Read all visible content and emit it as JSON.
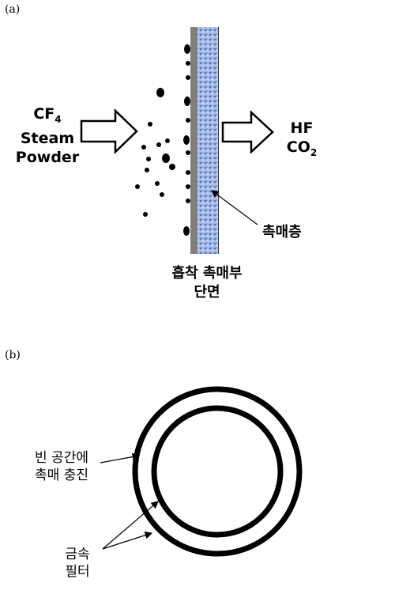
{
  "panel_a": {
    "label": "(a)",
    "inputs": {
      "line1_main": "CF",
      "line1_sub": "4",
      "line2": "Steam",
      "line3": "Powder"
    },
    "outputs": {
      "line1": "HF",
      "line2_main": "CO",
      "line2_sub": "2"
    },
    "catalyst_layer_label": "촉매층",
    "section_label_line1": "흡착 촉매부",
    "section_label_line2": "단면"
  },
  "panel_b": {
    "label": "(b)",
    "fill_label_line1": "빈 공간에",
    "fill_label_line2": "촉매 충진",
    "filter_label_line1": "금속",
    "filter_label_line2": "필터"
  },
  "colors": {
    "plate_gray": "#7f7f7f",
    "catalyst_blue": "#8fa6d8",
    "ink": "#000000"
  }
}
